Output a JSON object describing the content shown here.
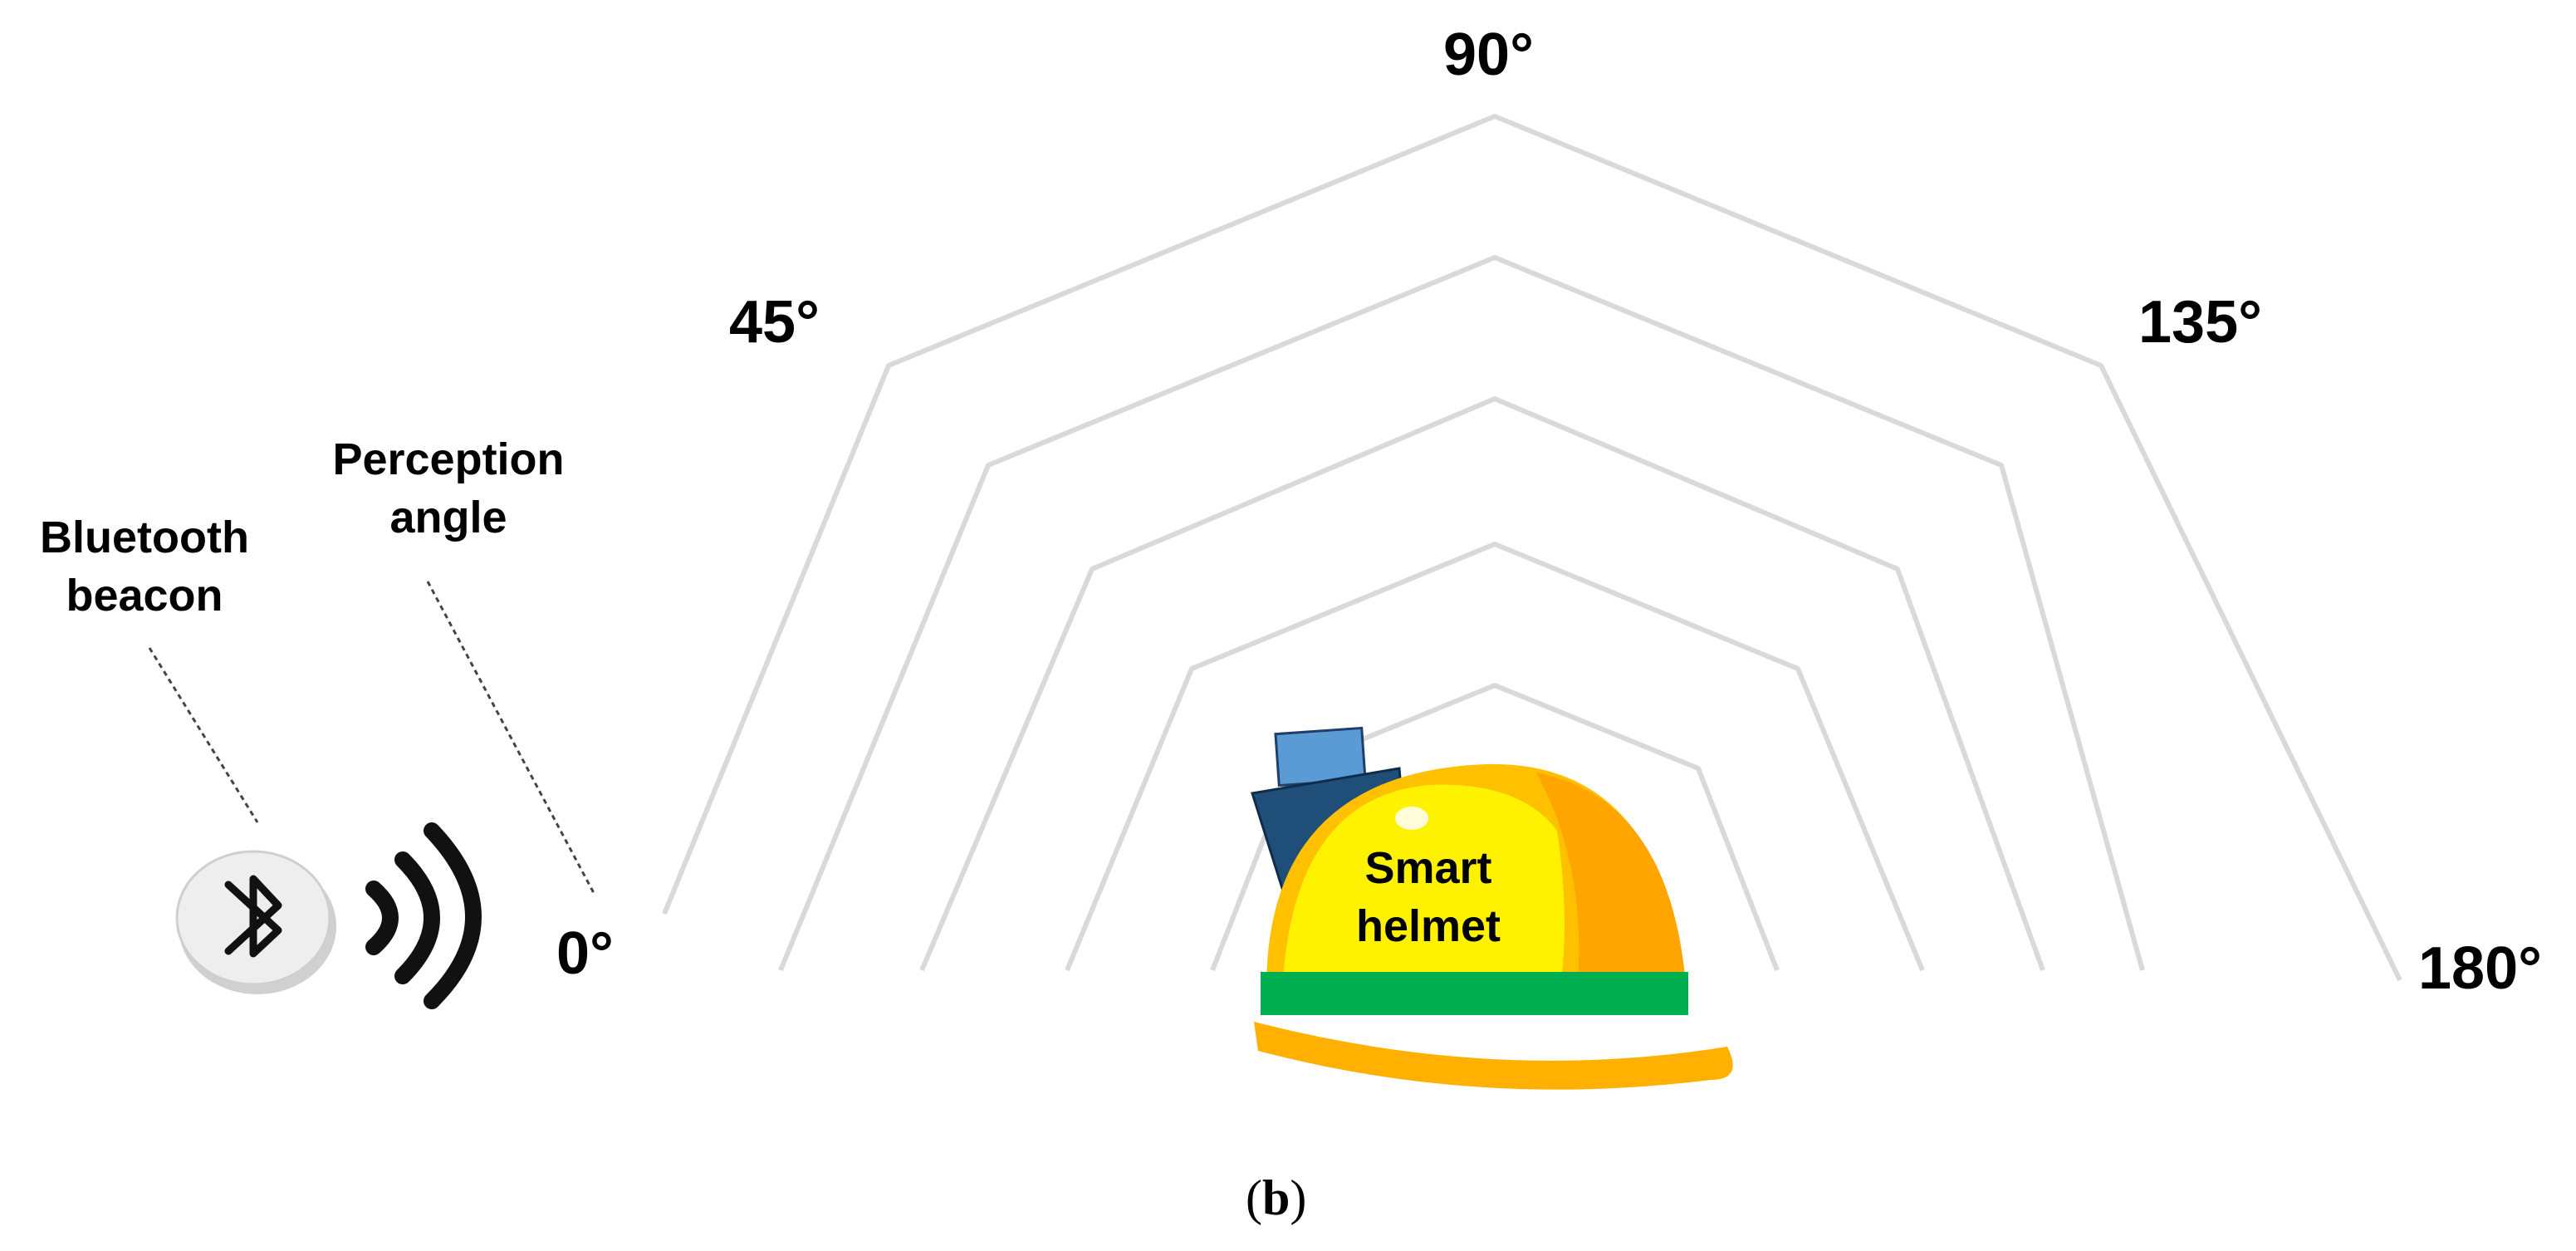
{
  "angles": {
    "a0": "0°",
    "a45": "45°",
    "a90": "90°",
    "a135": "135°",
    "a180": "180°"
  },
  "beacon_label": {
    "line1": "Bluetooth",
    "line2": "beacon"
  },
  "perception_label": {
    "line1": "Perception",
    "line2": "angle"
  },
  "helmet_label": {
    "line1": "Smart",
    "line2": "helmet"
  },
  "caption": {
    "open": "(",
    "letter": "b",
    "close": ")"
  },
  "colors": {
    "rings": "#d9d9d9",
    "helmet_shell": "#ffc000",
    "helmet_highlight": "#fff200",
    "helmet_band": "#00b050",
    "device_dark": "#1f4e79",
    "device_light": "#5b9bd5",
    "beacon": "#e8e8e8"
  },
  "icons": [
    "bluetooth-icon",
    "signal-waves-icon",
    "helmet-icon"
  ]
}
